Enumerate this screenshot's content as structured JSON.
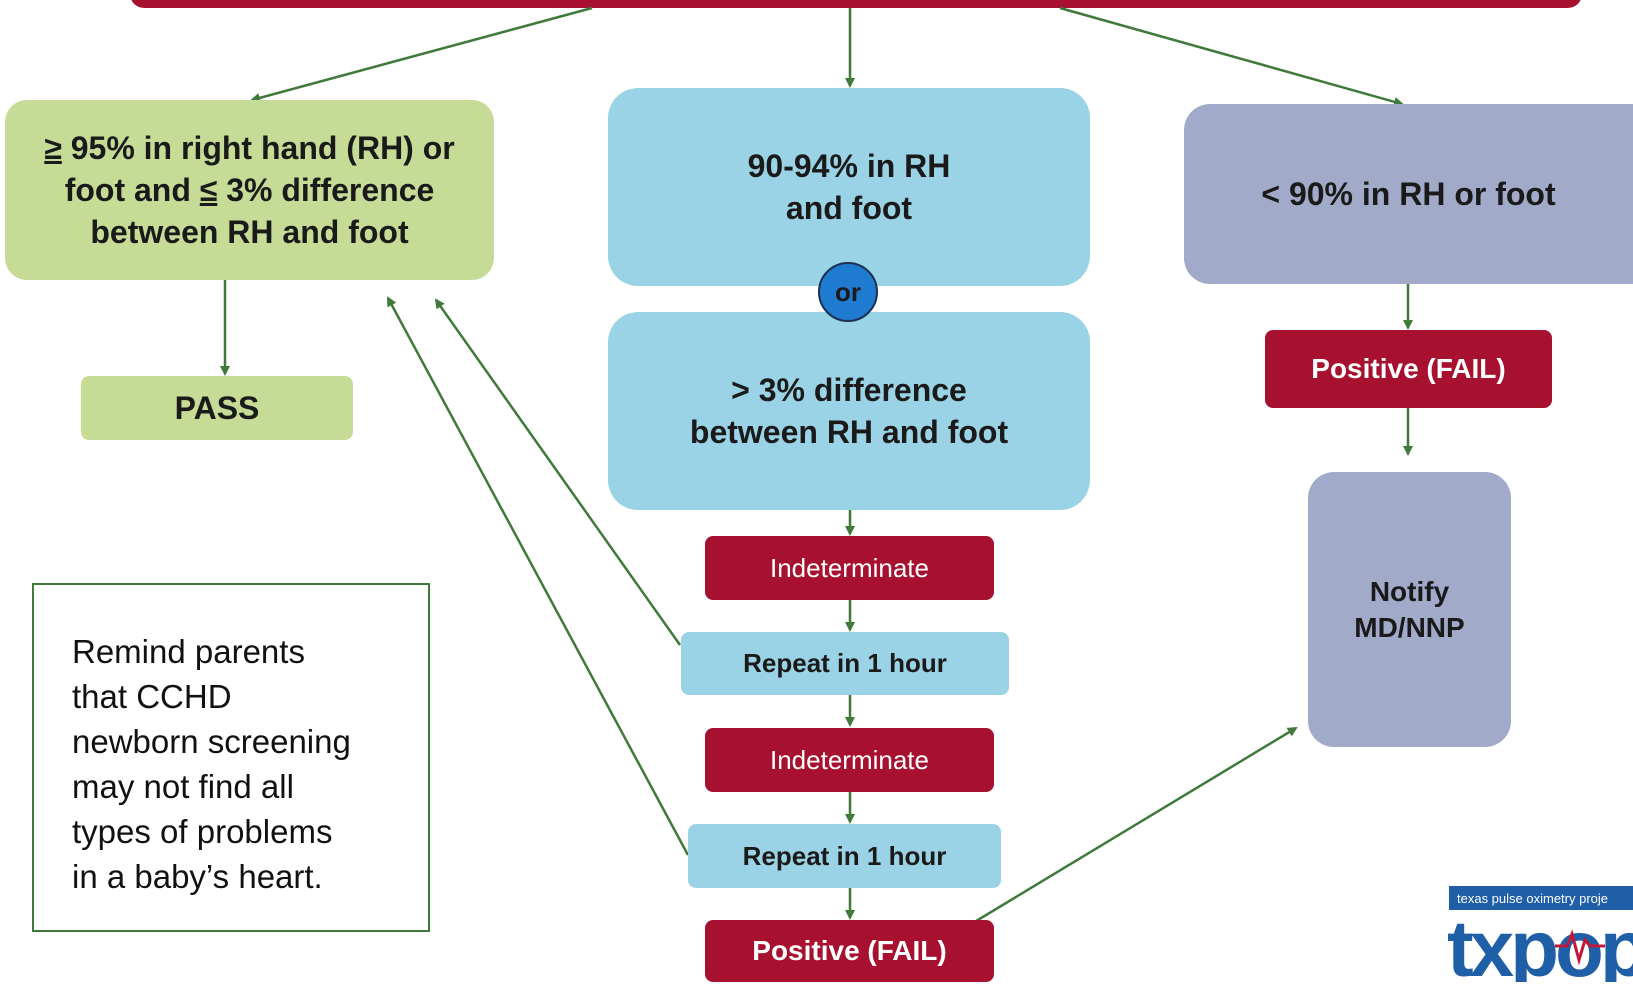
{
  "top_banner": "",
  "pass_box": {
    "prefix_sym": "≥",
    "line1_rest": " 95% in right hand (RH) or",
    "line2_a": "foot and ",
    "line2_sym": "≤",
    "line2_b": " 3% difference",
    "line3": "between RH and foot"
  },
  "pass_label": "PASS",
  "mid_box1": {
    "line1": "90-94% in RH",
    "line2": "and foot"
  },
  "or_label": "or",
  "mid_box2": {
    "line1": "> 3% difference",
    "line2": "between RH and foot"
  },
  "indeterminate_1": "Indeterminate",
  "repeat_1": "Repeat in 1 hour",
  "indeterminate_2": "Indeterminate",
  "repeat_2": "Repeat in 1 hour",
  "positive_bottom": "Positive (FAIL)",
  "fail_box": "< 90% in RH or foot",
  "positive_right": "Positive (FAIL)",
  "notify": {
    "line1": "Notify",
    "line2": "MD/NNP"
  },
  "reminder": {
    "lines": [
      "Remind parents",
      "that CCHD",
      "newborn screening",
      "may not find all",
      "types of problems",
      "in a baby’s heart."
    ]
  },
  "logo": {
    "tagline": "texas pulse oximetry proje",
    "wordmark": "txpop"
  },
  "colors": {
    "red": "#a8102f",
    "green": "#c6dc96",
    "blue": "#9ad3e6",
    "lavender": "#a2aaca",
    "arrow": "#3f7a3a",
    "or_circle": "#1f7bd0"
  }
}
